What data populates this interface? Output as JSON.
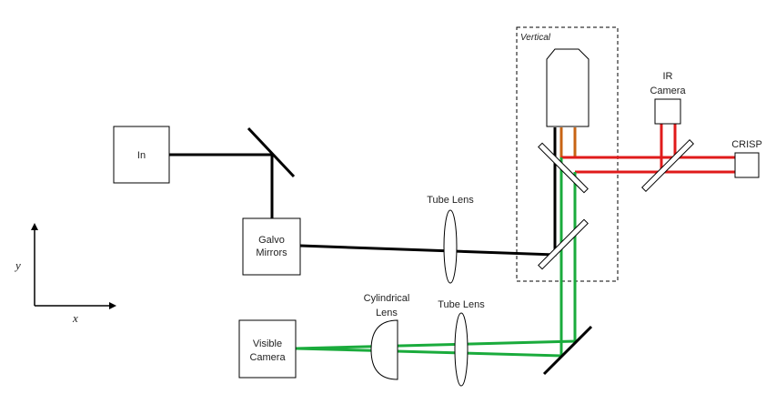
{
  "diagram": {
    "vertical_tag": "Vertical",
    "components": {
      "input": "In",
      "galvo": [
        "Galvo",
        "Mirrors"
      ],
      "tube_lens_top": "Tube Lens",
      "tube_lens_bottom": "Tube Lens",
      "cylindrical_lens": [
        "Cylindrical",
        "Lens"
      ],
      "visible_camera": [
        "Visible",
        "Camera"
      ],
      "ir_camera": [
        "IR",
        "Camera"
      ],
      "crisp": "CRISP"
    },
    "axes": {
      "y": "y",
      "x": "x"
    },
    "colors": {
      "excitation_beam": "#000000",
      "crisp_beam": "#e01b1b",
      "imaging_beam": "#1aab3c",
      "objective_beam": "#c86414",
      "optics": "#000000"
    }
  }
}
